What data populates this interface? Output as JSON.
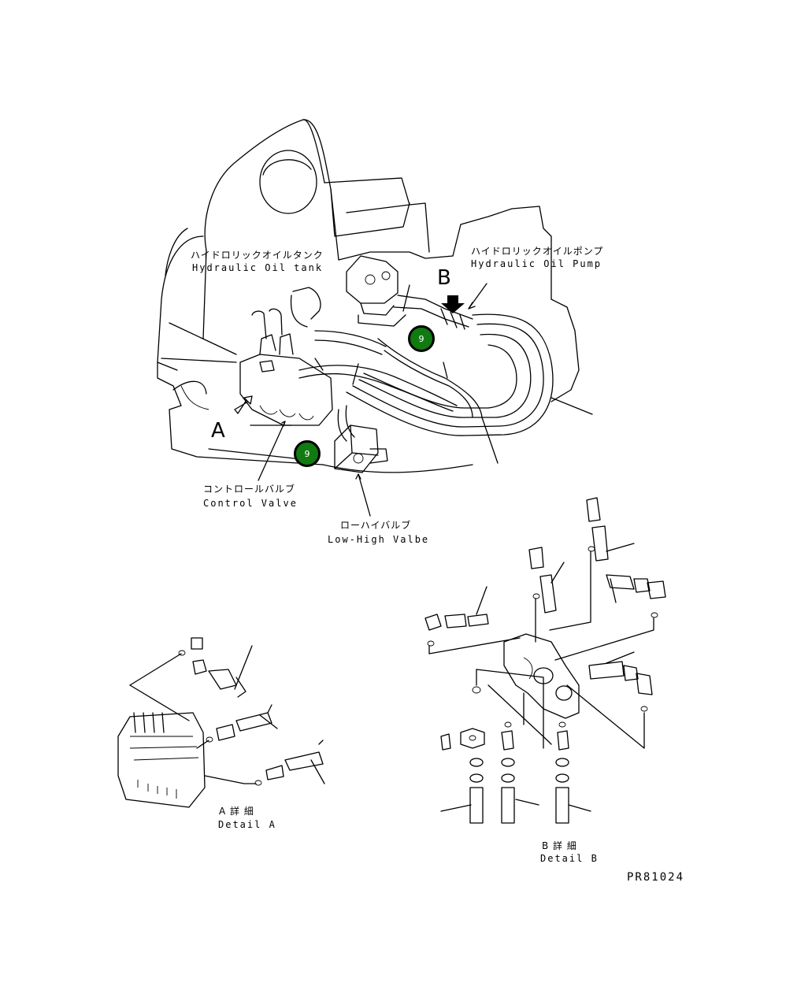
{
  "labels": {
    "oil_tank_jp": "ハイドロリックオイルタンク",
    "oil_tank_en": "Hydraulic Oil tank",
    "oil_pump_jp": "ハイドロリックオイルポンプ",
    "oil_pump_en": "Hydraulic Oil Pump",
    "control_valve_jp": "コントロールバルブ",
    "control_valve_en": "Control Valve",
    "low_high_jp": "ローハイバルブ",
    "low_high_en": "Low-High Valbe",
    "detail_a_jp": "A 詳 細",
    "detail_a_en": "Detail A",
    "detail_b_jp": "B 詳 細",
    "detail_b_en": "Detail B",
    "view_a": "A",
    "view_b": "B",
    "drawing_code": "PR81024"
  },
  "callouts": [
    {
      "label": "9"
    },
    {
      "label": "9"
    }
  ]
}
